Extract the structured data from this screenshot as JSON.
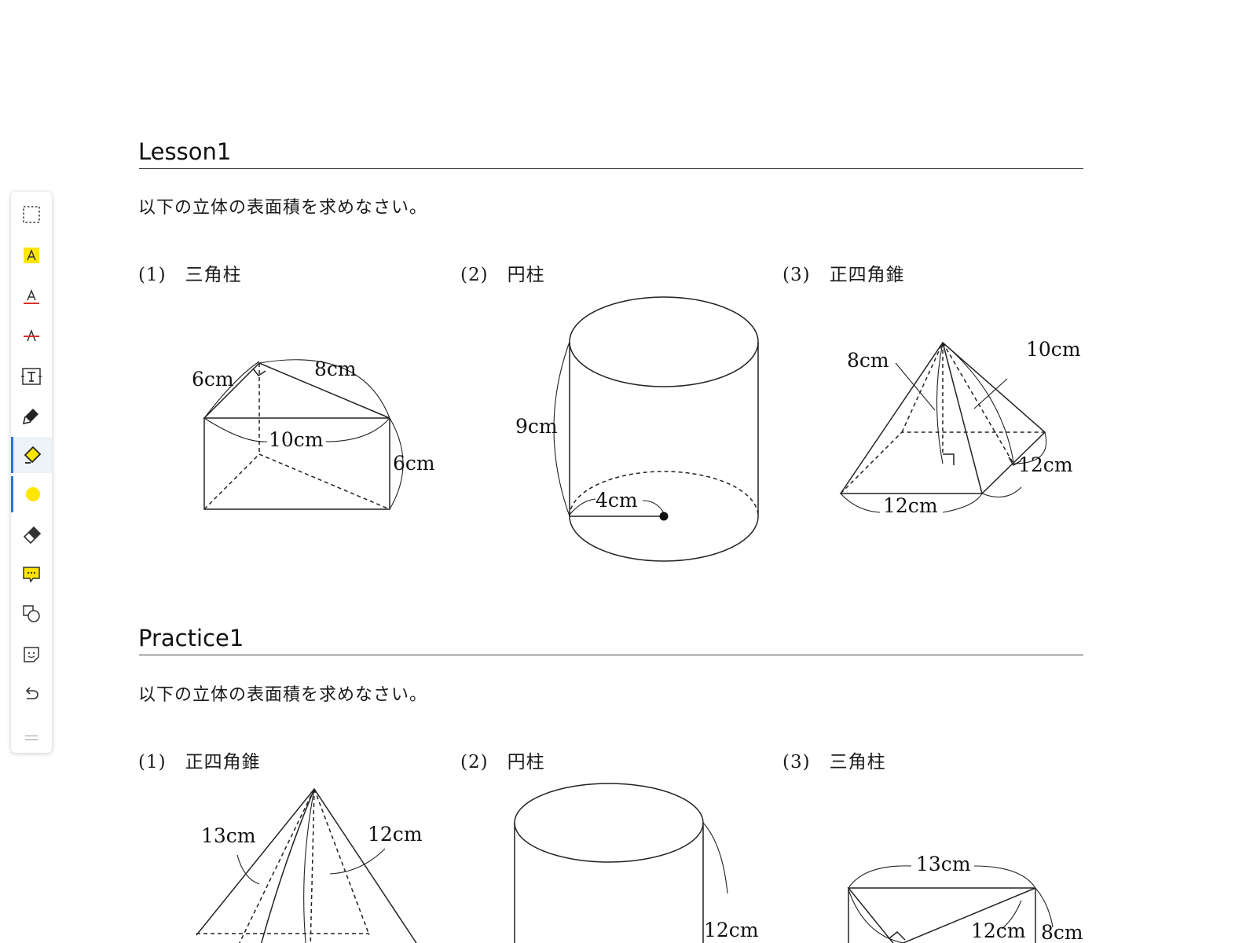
{
  "toolbar": {
    "tools": [
      {
        "name": "select-tool",
        "icon": "dashed-rectangle-icon"
      },
      {
        "name": "highlight-text-tool",
        "icon": "highlighted-a-icon"
      },
      {
        "name": "underline-text-tool",
        "icon": "underlined-a-icon"
      },
      {
        "name": "strikethrough-text-tool",
        "icon": "strikethrough-a-icon"
      },
      {
        "name": "text-box-tool",
        "icon": "text-box-icon"
      },
      {
        "name": "pen-tool",
        "icon": "pen-icon"
      },
      {
        "name": "highlighter-tool",
        "icon": "highlighter-icon",
        "active": true
      },
      {
        "name": "color-picker",
        "icon": "yellow-dot-icon",
        "color": "#ffe600"
      },
      {
        "name": "eraser-tool",
        "icon": "eraser-icon"
      },
      {
        "name": "comment-tool",
        "icon": "comment-icon"
      },
      {
        "name": "shapes-tool",
        "icon": "shapes-icon"
      },
      {
        "name": "sticker-tool",
        "icon": "sticker-icon"
      },
      {
        "name": "undo-button",
        "icon": "undo-icon"
      }
    ],
    "highlight_color": "#ffe600",
    "accent_color": "#2d73d6"
  },
  "lesson": {
    "title": "Lesson1",
    "instruction": "以下の立体の表面積を求めなさい。",
    "problems": [
      {
        "label": "(1)　三角柱",
        "dims": {
          "a": "6cm",
          "b": "8cm",
          "c": "10cm",
          "d": "6cm"
        }
      },
      {
        "label": "(2)　円柱",
        "dims": {
          "height": "9cm",
          "radius": "4cm"
        }
      },
      {
        "label": "(3)　正四角錐",
        "dims": {
          "a": "8cm",
          "b": "10cm",
          "c": "12cm",
          "d": "12cm"
        }
      }
    ]
  },
  "practice": {
    "title": "Practice1",
    "instruction": "以下の立体の表面積を求めなさい。",
    "problems": [
      {
        "label": "(1)　正四角錐",
        "dims": {
          "a": "13cm",
          "b": "12cm"
        }
      },
      {
        "label": "(2)　円柱",
        "dims": {
          "height": "12cm"
        }
      },
      {
        "label": "(3)　三角柱",
        "dims": {
          "a": "13cm",
          "b": "12cm",
          "c": "8cm"
        }
      }
    ]
  }
}
